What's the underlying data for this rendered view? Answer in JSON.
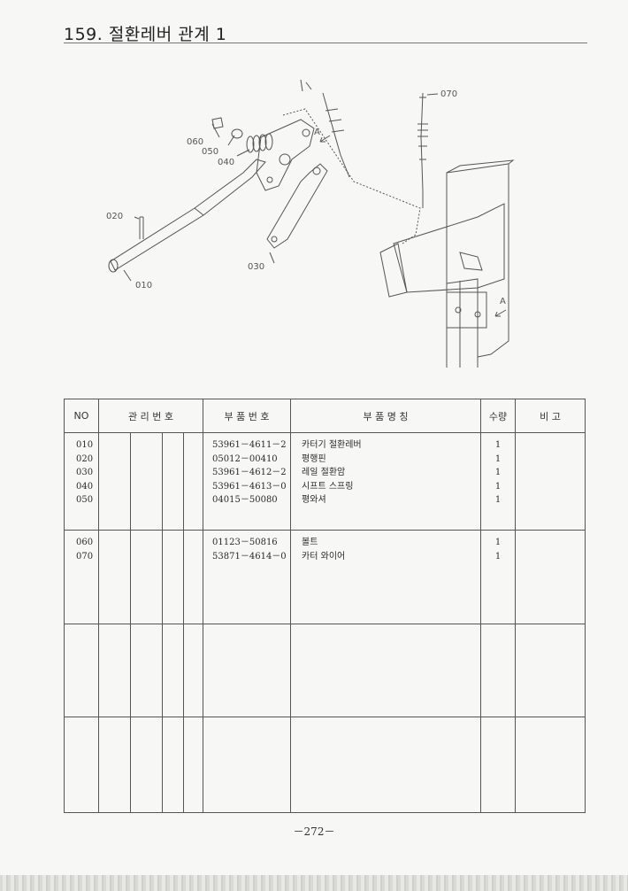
{
  "header": {
    "title": "159. 절환레버 관계 1"
  },
  "diagram": {
    "callouts": [
      "070",
      "060",
      "050",
      "040",
      "020",
      "030",
      "010"
    ],
    "view_marks": [
      "A",
      "A"
    ]
  },
  "table": {
    "headers": [
      "NO",
      "관 리 번 호",
      "부 품 번 호",
      "부 품 명 칭",
      "수량",
      "비 고"
    ],
    "groups": [
      {
        "rows": [
          {
            "no": "010",
            "part_no": "53961－4611－2",
            "name": "카터기 절환레버",
            "qty": "1"
          },
          {
            "no": "020",
            "part_no": "05012－00410",
            "name": "평행핀",
            "qty": "1"
          },
          {
            "no": "030",
            "part_no": "53961－4612－2",
            "name": "레일 절환암",
            "qty": "1"
          },
          {
            "no": "040",
            "part_no": "53961－4613－0",
            "name": "시프트 스프링",
            "qty": "1"
          },
          {
            "no": "050",
            "part_no": "04015－50080",
            "name": "평와셔",
            "qty": "1"
          }
        ]
      },
      {
        "rows": [
          {
            "no": "060",
            "part_no": "01123－50816",
            "name": "볼트",
            "qty": "1"
          },
          {
            "no": "070",
            "part_no": "53871－4614－0",
            "name": "카터 와이어",
            "qty": "1"
          }
        ]
      }
    ]
  },
  "footer": {
    "page_number": "－272－"
  }
}
